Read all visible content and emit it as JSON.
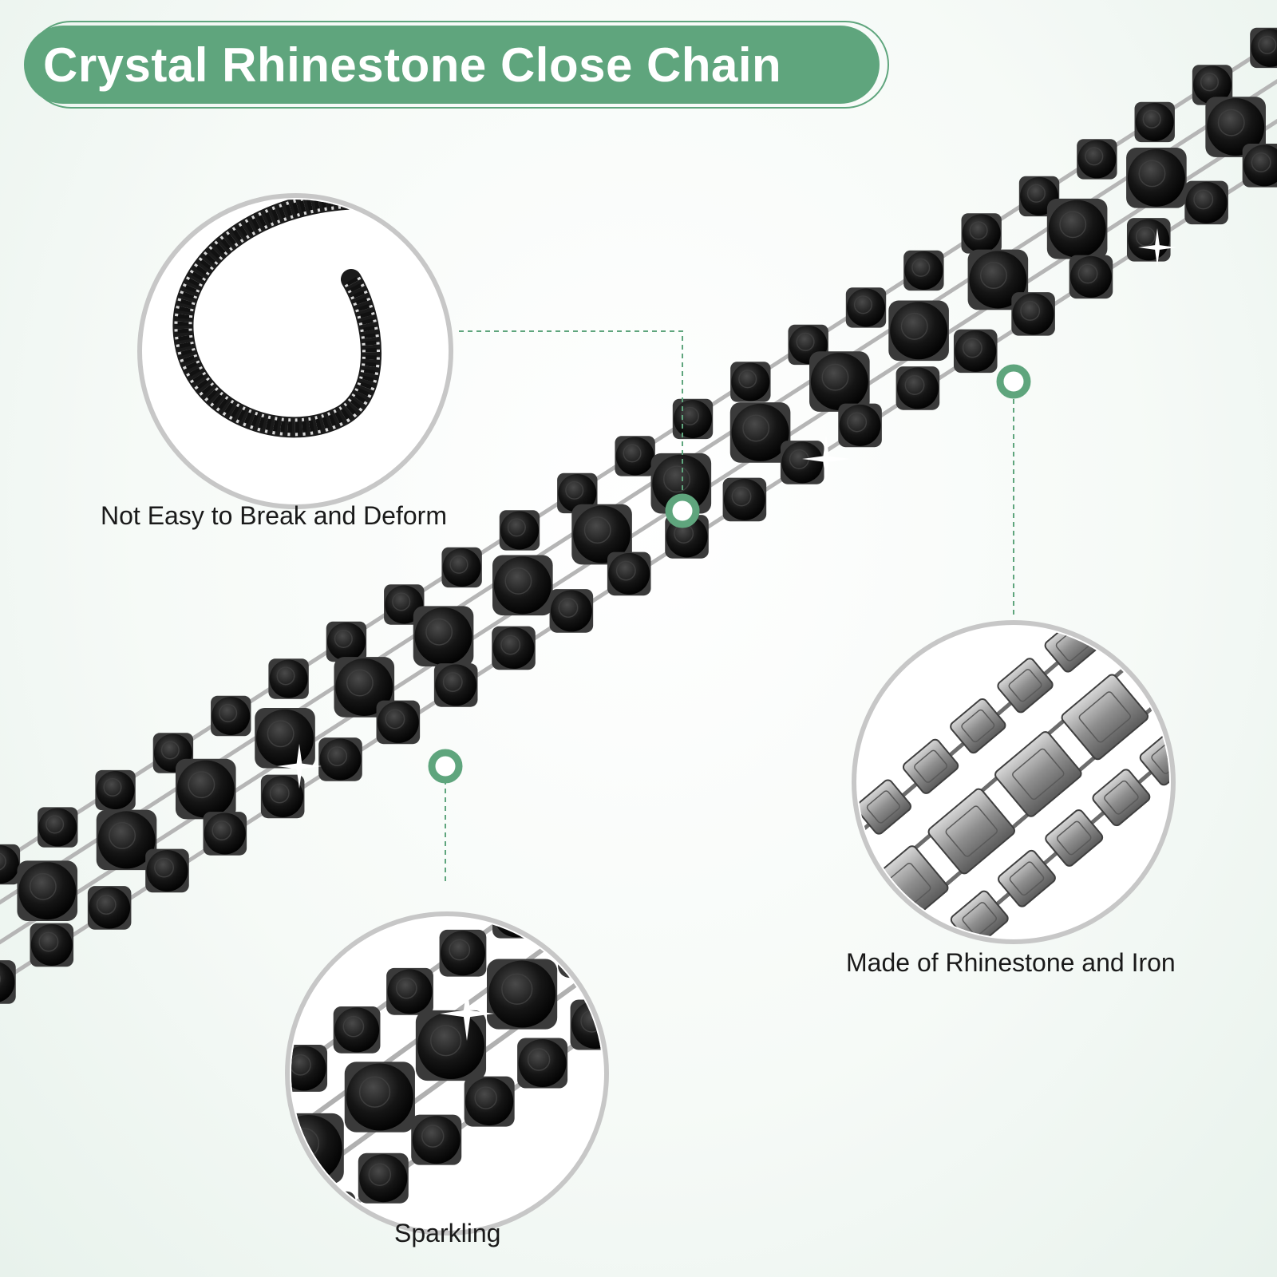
{
  "title": "Crystal Rhinestone Close Chain",
  "callouts": [
    {
      "id": "durability",
      "label": "Not Easy to Break and Deform"
    },
    {
      "id": "sparkle",
      "label": "Sparkling"
    },
    {
      "id": "material",
      "label": "Made of Rhinestone and Iron"
    }
  ],
  "colors": {
    "accent": "#5fa57d",
    "stone": "#111111",
    "metal": "#9a9a9a"
  },
  "icons": [
    "chain-coil-icon",
    "rhinestone-chain-icon",
    "callout-dot-icon"
  ]
}
